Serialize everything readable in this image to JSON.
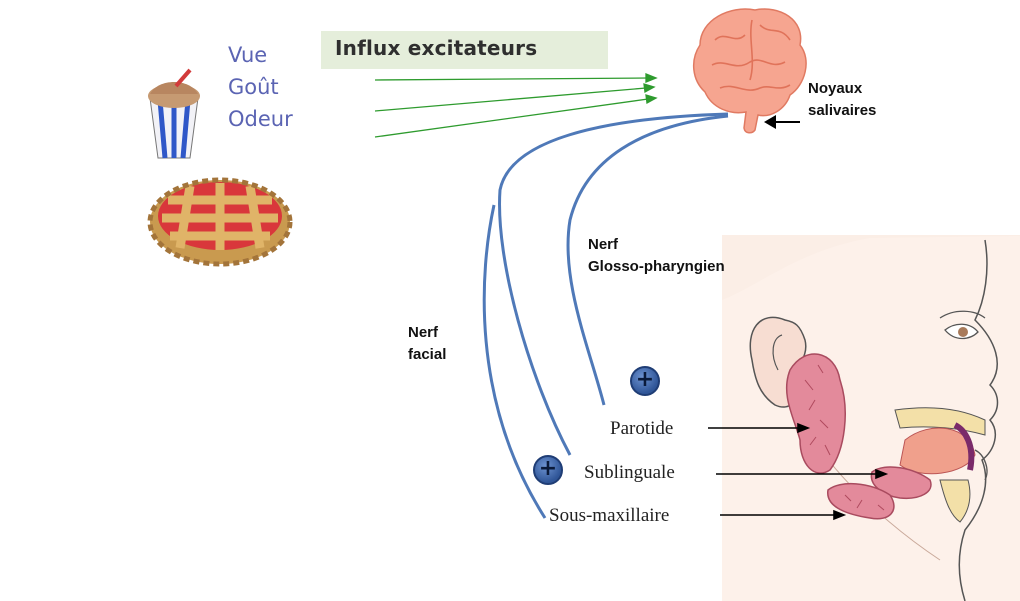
{
  "stimuli": [
    "Vue",
    "Goût",
    "Odeur"
  ],
  "influx_label": "Influx excitateurs",
  "noyaux_label": [
    "Noyaux",
    "salivaires"
  ],
  "nerf_glosso": [
    "Nerf",
    "Glosso-pharyngien"
  ],
  "nerf_facial": [
    "Nerf",
    "facial"
  ],
  "plus_symbol": "+",
  "glands": [
    "Parotide",
    "Sublinguale",
    "Sous-maxillaire"
  ],
  "colors": {
    "nerve": "#4f79b8",
    "influx_arrows": "#2e9b2e",
    "influx_box": "#e5eedb",
    "gland": "#d9788a",
    "brain": "#f4a48e"
  },
  "icons": [
    "milkshake-icon",
    "pie-icon",
    "brain-icon",
    "head-profile-illustration"
  ]
}
